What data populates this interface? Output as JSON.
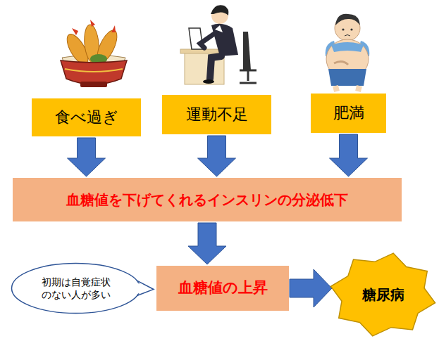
{
  "diagram": {
    "nodes": [
      {
        "text": [
          "食べ過ぎ"
        ]
      },
      {
        "text": [
          "運動不足"
        ]
      },
      {
        "text": [
          "肥満"
        ]
      },
      {
        "text": [
          "血糖値を下げてくれるインスリンの分泌低下"
        ]
      },
      {
        "text": [
          "初期は自覚症状 のない人が多い"
        ]
      },
      {
        "text": [
          "血糖値の上昇"
        ]
      },
      {
        "text": [
          "糖尿病"
        ]
      }
    ],
    "edges": [
      {
        "from": 0,
        "to": 3,
        "arrow": "to"
      },
      {
        "from": 1,
        "to": 3,
        "arrow": "to"
      },
      {
        "from": 2,
        "to": 3,
        "arrow": "to"
      },
      {
        "from": 3,
        "to": 5,
        "arrow": "to"
      },
      {
        "from": 5,
        "to": 6,
        "arrow": "to"
      }
    ]
  }
}
